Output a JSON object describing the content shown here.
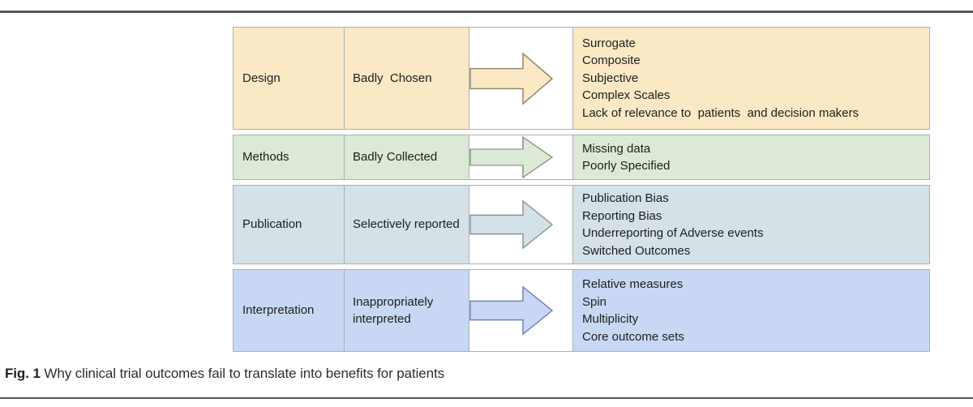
{
  "page": {
    "caption_label": "Fig. 1",
    "caption_text": " Why clinical trial outcomes fail to translate into benefits for patients"
  },
  "colors": {
    "rule_gray": "#58595b",
    "cell_border_gray": "#abb0b5",
    "text": "#1e1e1e"
  },
  "figure": {
    "rows": [
      {
        "stage": "Design",
        "problem": "Badly  Chosen",
        "outcomes": [
          "Surrogate",
          "Composite",
          "Subjective",
          "Complex Scales",
          "Lack of relevance to  patients  and decision makers"
        ],
        "bg": "#FBE9C6",
        "arrow_stroke": "#8f886c"
      },
      {
        "stage": "Methods",
        "problem": "Badly Collected",
        "outcomes": [
          "Missing data",
          "Poorly Specified"
        ],
        "bg": "#DCE9D6",
        "arrow_stroke": "#80947d"
      },
      {
        "stage": "Publication",
        "problem": "Selectively reported",
        "outcomes": [
          "Publication Bias",
          "Reporting Bias",
          "Underreporting of Adverse events",
          "Switched Outcomes"
        ],
        "bg": "#D4E1E6",
        "arrow_stroke": "#87979f"
      },
      {
        "stage": "Interpretation",
        "problem": "Inappropriately interpreted",
        "outcomes": [
          "Relative measures",
          "Spin",
          "Multiplicity",
          "Core outcome sets"
        ],
        "bg": "#C8D8F4",
        "arrow_stroke": "#7081b8"
      }
    ]
  }
}
